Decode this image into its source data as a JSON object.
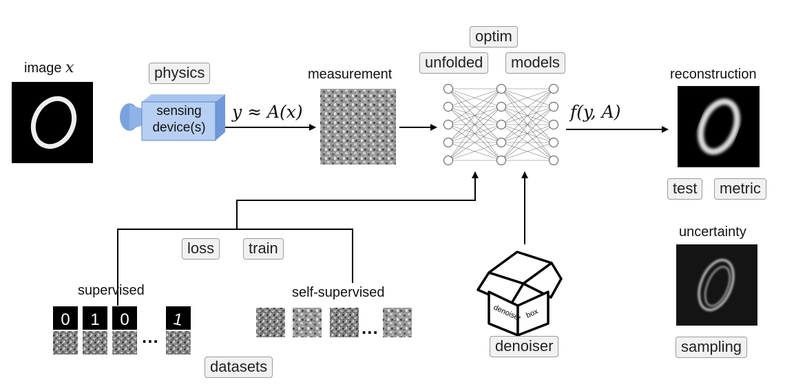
{
  "input": {
    "label": "image",
    "symbol": "x"
  },
  "physics": {
    "tag": "physics",
    "device_line1": "sensing",
    "device_line2": "device(s)"
  },
  "equation_forward": "y ≈ A(x)",
  "measurement": {
    "label": "measurement"
  },
  "models": {
    "tag_optim": "optim",
    "tag_unfolded": "unfolded",
    "tag_models": "models"
  },
  "equation_recon": "f(y, A)",
  "reconstruction": {
    "label": "reconstruction",
    "tag_test": "test",
    "tag_metric": "metric"
  },
  "uncertainty": {
    "label": "uncertainty",
    "tag_sampling": "sampling"
  },
  "training": {
    "tag_loss": "loss",
    "tag_train": "train",
    "supervised_label": "supervised",
    "self_supervised_label": "self-supervised",
    "tag_datasets": "datasets",
    "supervised_digits": [
      "0",
      "1",
      "0",
      "1"
    ]
  },
  "denoiser": {
    "tag": "denoiser",
    "box_text_left": "denoiser",
    "box_text_right": "box"
  },
  "ellipsis": "..."
}
